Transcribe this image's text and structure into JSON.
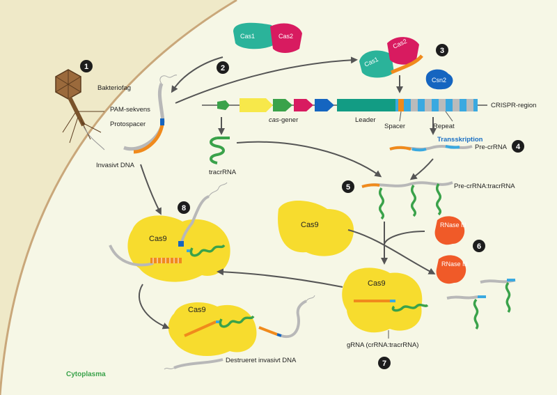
{
  "labels": {
    "bacteriophage": "Bakteriofag",
    "pam": "PAM-sekvens",
    "protospacer": "Protospacer",
    "invasive_dna": "Invasivt DNA",
    "cas_genes_italic": "cas",
    "cas_genes_rest": "-gener",
    "leader": "Leader",
    "spacer": "Spacer",
    "repeat": "Repeat",
    "crispr_region": "CRISPR-region",
    "transcription": "Transskription",
    "pre_crrna": "Pre-crRNA",
    "tracrrna": "tracrRNA",
    "pre_crrna_tracrrna": "Pre-crRNA:tracrRNA",
    "cas1": "Cas1",
    "cas2": "Cas2",
    "csn2": "Csn2",
    "cas9": "Cas9",
    "rnase": "RNase III",
    "grna": "gRNA (crRNA:tracrRNA)",
    "destroyed": "Destrueret invasivt DNA",
    "cytoplasm": "Cytoplasma"
  },
  "steps": [
    "1",
    "2",
    "3",
    "4",
    "5",
    "6",
    "7",
    "8"
  ],
  "colors": {
    "background": "#efe9c8",
    "cell": "#f6f7e6",
    "membrane": "#c9a77a",
    "cas1": "#2bb39a",
    "cas2": "#d81b60",
    "csn2": "#1565c0",
    "cas9": "#f7dc2e",
    "rnase": "#f05a28",
    "spacer": "#f08a1c",
    "repeat": "#3aa9e0",
    "rna": "#3aa24a",
    "dna": "#b8b8b8"
  }
}
